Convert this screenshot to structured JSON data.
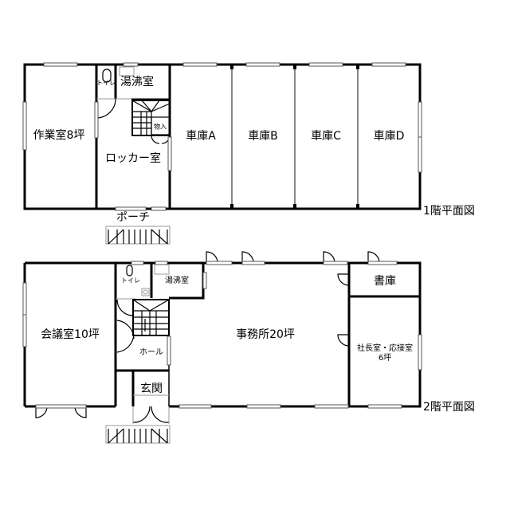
{
  "floor1": {
    "caption": "1階平面図",
    "rooms": {
      "workroom": "作業室8坪",
      "toilet": "トイレ",
      "kitchenette": "湯沸室",
      "storage": "物入",
      "locker": "ロッカー室",
      "garage_a": "車庫A",
      "garage_b": "車庫B",
      "garage_c": "車庫C",
      "garage_d": "車庫D"
    },
    "porch": "ポーチ"
  },
  "floor2": {
    "caption": "2階平面図",
    "rooms": {
      "meeting": "会議室10坪",
      "toilet": "トイレ",
      "kitchenette": "湯沸室",
      "hall": "ホール",
      "entrance": "玄関",
      "office": "事務所20坪",
      "archive": "書庫",
      "president_line1": "社長室・応接室",
      "president_line2": "6坪"
    }
  }
}
